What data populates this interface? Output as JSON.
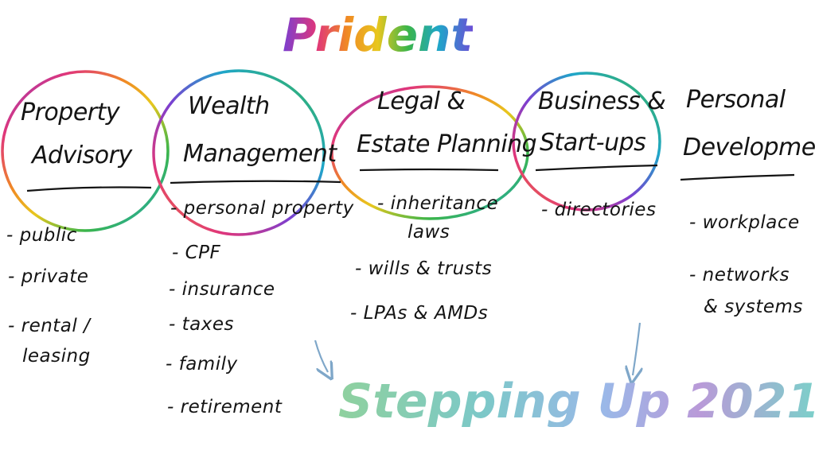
{
  "title": "Prident",
  "footer": "Stepping Up 2021",
  "columns": [
    {
      "heading": [
        "Property",
        "Advisory"
      ],
      "items": [
        "- public",
        "- private",
        "- rental /",
        "leasing"
      ]
    },
    {
      "heading": [
        "Wealth",
        "Management"
      ],
      "items": [
        "- personal property",
        "- CPF",
        "- insurance",
        "- taxes",
        "- family",
        "- retirement"
      ]
    },
    {
      "heading": [
        "Legal &",
        "Estate Planning"
      ],
      "items": [
        "- inheritance",
        "laws",
        "- wills & trusts",
        "- LPAs & AMDs"
      ]
    },
    {
      "heading": [
        "Business &",
        "Start-ups"
      ],
      "items": [
        "- directories"
      ]
    },
    {
      "heading": [
        "Personal",
        "Development"
      ],
      "items": [
        "- workplace",
        "- networks",
        "& systems"
      ]
    }
  ],
  "colors": {
    "ink": "#141414",
    "circle_rainbow": [
      "#7a3fd1",
      "#e0367a",
      "#f08a24",
      "#e8c71e",
      "#3bb54a",
      "#1fa6c9"
    ],
    "arrow": "#7fa7c9"
  }
}
